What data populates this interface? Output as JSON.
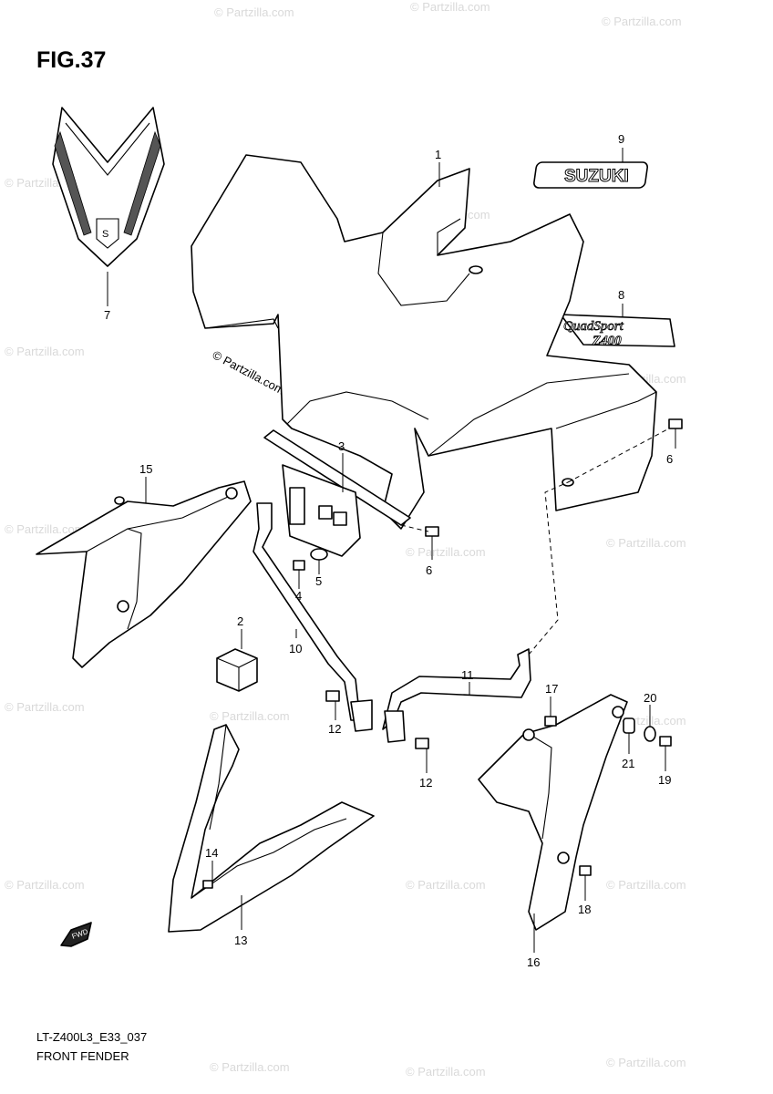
{
  "figure": {
    "title": "FIG.37",
    "code": "LT-Z400L3_E33_037",
    "caption": "FRONT FENDER"
  },
  "watermark": {
    "copyright": "© Partzilla.com",
    "repeat_text": "© Partzilla.com"
  },
  "decals": {
    "brand_badge": "SUZUKI",
    "model_badge_line1": "QuadSport",
    "model_badge_line2": "Z400"
  },
  "fwd_marker": "FWD",
  "callouts": [
    {
      "id": "c1",
      "label": "1"
    },
    {
      "id": "c2",
      "label": "2"
    },
    {
      "id": "c3",
      "label": "3"
    },
    {
      "id": "c4",
      "label": "4"
    },
    {
      "id": "c5",
      "label": "5"
    },
    {
      "id": "c6a",
      "label": "6"
    },
    {
      "id": "c6b",
      "label": "6"
    },
    {
      "id": "c7",
      "label": "7"
    },
    {
      "id": "c8",
      "label": "8"
    },
    {
      "id": "c9",
      "label": "9"
    },
    {
      "id": "c10",
      "label": "10"
    },
    {
      "id": "c11",
      "label": "11"
    },
    {
      "id": "c12a",
      "label": "12"
    },
    {
      "id": "c12b",
      "label": "12"
    },
    {
      "id": "c13",
      "label": "13"
    },
    {
      "id": "c14",
      "label": "14"
    },
    {
      "id": "c15",
      "label": "15"
    },
    {
      "id": "c16",
      "label": "16"
    },
    {
      "id": "c17",
      "label": "17"
    },
    {
      "id": "c18",
      "label": "18"
    },
    {
      "id": "c19",
      "label": "19"
    },
    {
      "id": "c20",
      "label": "20"
    },
    {
      "id": "c21",
      "label": "21"
    }
  ]
}
